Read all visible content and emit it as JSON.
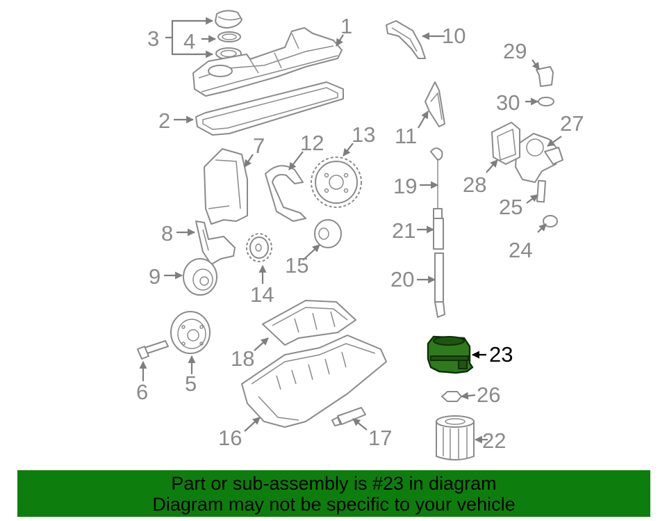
{
  "diagram": {
    "highlight_color": "#2f7a1c",
    "labels": {
      "p1": "1",
      "p2": "2",
      "p3": "3",
      "p4": "4",
      "p5": "5",
      "p6": "6",
      "p7": "7",
      "p8": "8",
      "p9": "9",
      "p10": "10",
      "p11": "11",
      "p12": "12",
      "p13": "13",
      "p14": "14",
      "p15": "15",
      "p16": "16",
      "p17": "17",
      "p18": "18",
      "p19": "19",
      "p20": "20",
      "p21": "21",
      "p22": "22",
      "p23": "23",
      "p24": "24",
      "p25": "25",
      "p26": "26",
      "p27": "27",
      "p28": "28",
      "p29": "29",
      "p30": "30"
    }
  },
  "banner": {
    "color": "#0d7e0d",
    "line1": "Part or sub-assembly is #23 in diagram",
    "line2": "Diagram may not be specific to your vehicle"
  }
}
